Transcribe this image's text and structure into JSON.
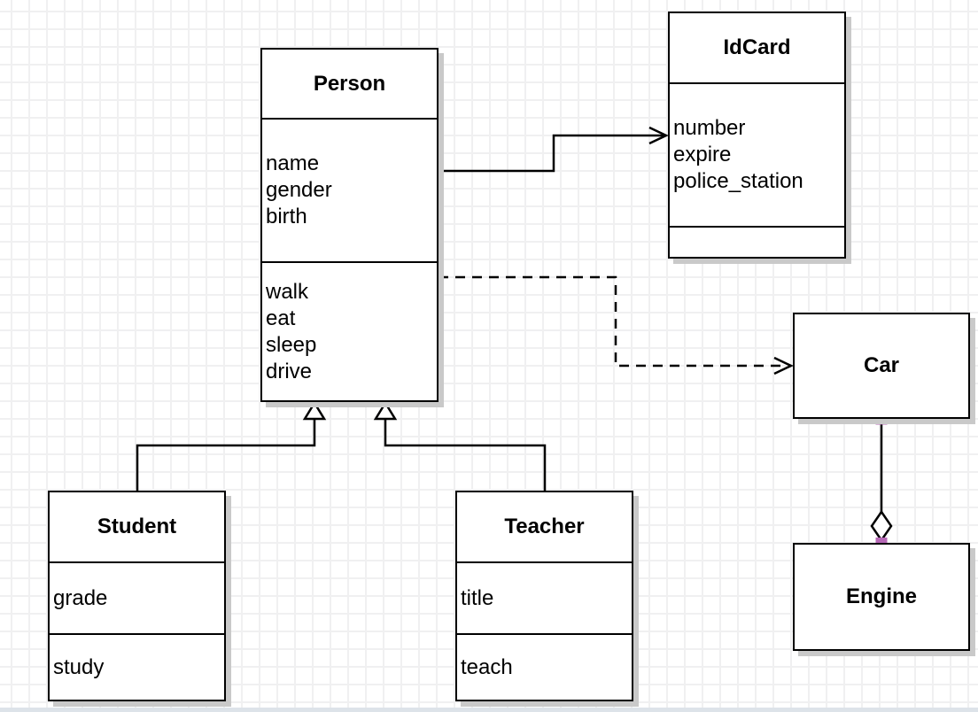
{
  "diagram": {
    "type": "uml-class-diagram",
    "classes": {
      "person": {
        "name": "Person",
        "attributes": [
          "name",
          "gender",
          "birth"
        ],
        "methods": [
          "walk",
          "eat",
          "sleep",
          "drive"
        ]
      },
      "idcard": {
        "name": "IdCard",
        "attributes": [
          "number",
          "expire",
          "police_station"
        ],
        "methods": []
      },
      "car": {
        "name": "Car",
        "attributes": [],
        "methods": []
      },
      "engine": {
        "name": "Engine",
        "attributes": [],
        "methods": []
      },
      "student": {
        "name": "Student",
        "attributes": [
          "grade"
        ],
        "methods": [
          "study"
        ]
      },
      "teacher": {
        "name": "Teacher",
        "attributes": [
          "title"
        ],
        "methods": [
          "teach"
        ]
      }
    },
    "relations": [
      {
        "from": "Person",
        "to": "IdCard",
        "type": "association",
        "line": "solid",
        "arrow": "open"
      },
      {
        "from": "Person",
        "to": "Car",
        "type": "dependency",
        "line": "dashed",
        "arrow": "open"
      },
      {
        "from": "Student",
        "to": "Person",
        "type": "generalization",
        "line": "solid",
        "arrow": "hollow-triangle"
      },
      {
        "from": "Teacher",
        "to": "Person",
        "type": "generalization",
        "line": "solid",
        "arrow": "hollow-triangle"
      },
      {
        "from": "Car",
        "to": "Engine",
        "type": "aggregation",
        "line": "solid",
        "arrow": "hollow-diamond"
      }
    ],
    "colors": {
      "line": "#000000",
      "box_fill": "#ffffff",
      "shadow": "#c9c9c9",
      "grid_line": "#f0f0f1",
      "endpoint_handle": "#b668b6"
    }
  }
}
